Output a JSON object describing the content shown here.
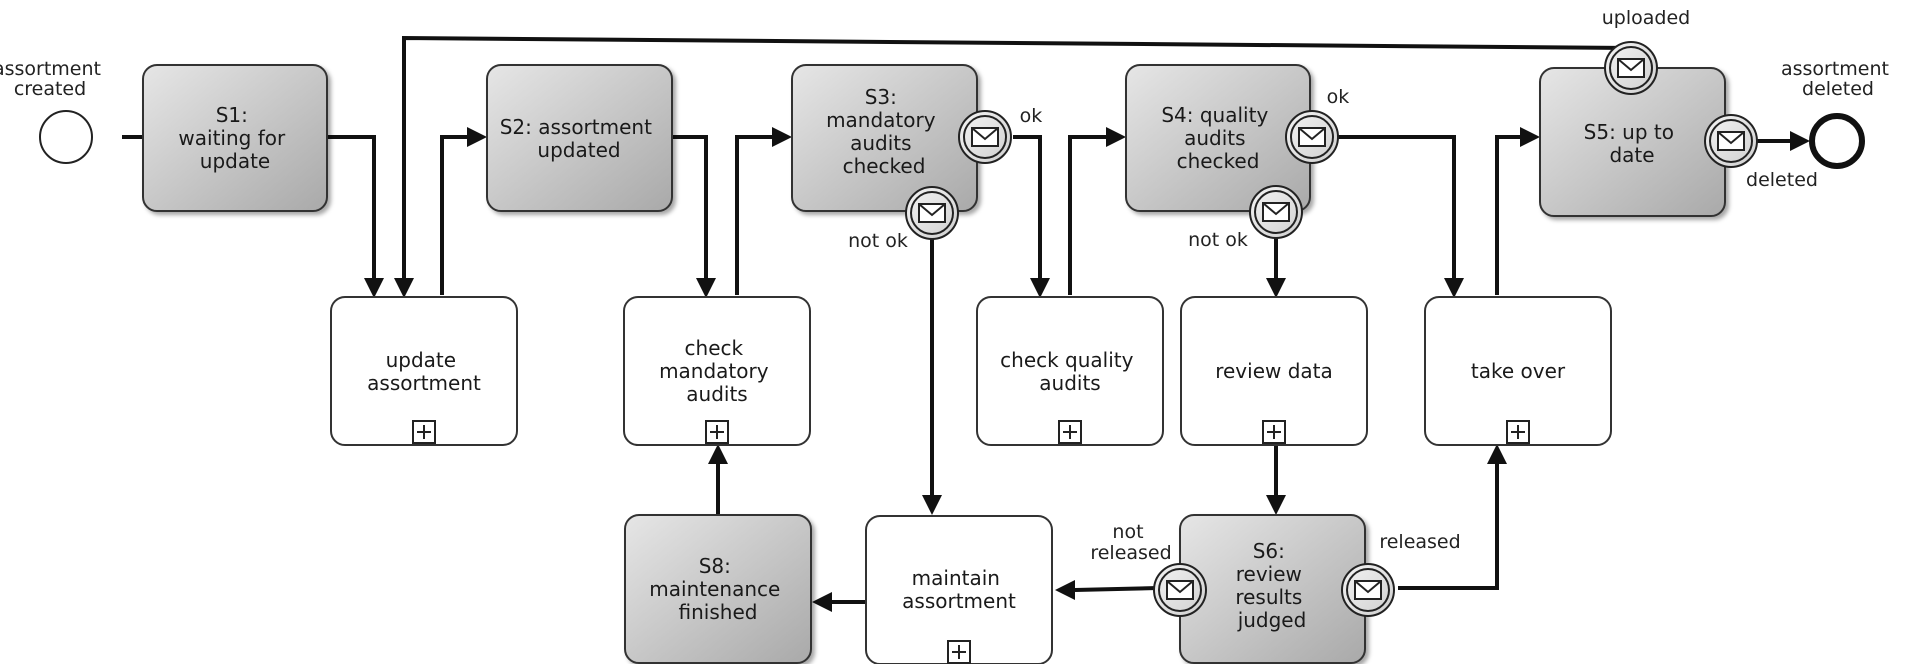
{
  "states": {
    "s1": [
      "S1:",
      "waiting for",
      "update"
    ],
    "s2": [
      "S2: assortment",
      "updated"
    ],
    "s3": [
      "S3:",
      "mandatory",
      "audits",
      "checked"
    ],
    "s4": [
      "S4: quality",
      "audits",
      "checked"
    ],
    "s5": [
      "S5: up to",
      "date"
    ],
    "s6": [
      "S6:",
      "review",
      "results",
      "judged"
    ],
    "s8": [
      "S8:",
      "maintenance",
      "finished"
    ]
  },
  "tasks": {
    "update": [
      "update",
      "assortment"
    ],
    "check_mandatory": [
      "check",
      "mandatory",
      "audits"
    ],
    "check_quality": [
      "check quality",
      "audits"
    ],
    "review": [
      "review data"
    ],
    "take_over": [
      "take over"
    ],
    "maintain": [
      "maintain",
      "assortment"
    ]
  },
  "labels": {
    "start": [
      "assortment",
      "created"
    ],
    "end": [
      "assortment",
      "deleted"
    ],
    "uploaded": "uploaded",
    "deleted": "deleted",
    "s3_ok": "ok",
    "s3_not_ok": "not ok",
    "s4_ok": "ok",
    "s4_not_ok": "not ok",
    "s6_not_released": [
      "not",
      "released"
    ],
    "s6_released": "released"
  }
}
